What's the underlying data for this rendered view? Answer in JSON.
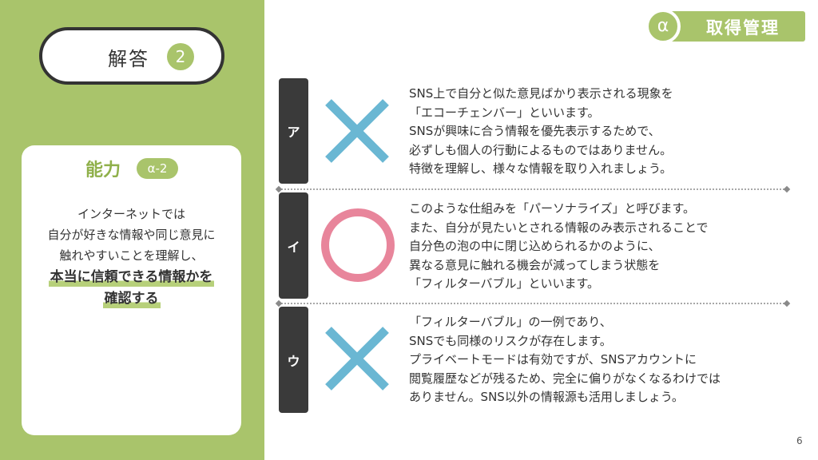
{
  "colors": {
    "accent": "#a9c46b",
    "dark": "#333333",
    "cross": "#6ab7d3",
    "circle": "#e8859b"
  },
  "answer": {
    "label": "解答",
    "number": "2"
  },
  "ability": {
    "title": "能力",
    "tag": "α-2",
    "lines": [
      "インターネットでは",
      "自分が好きな情報や同じ意見に",
      "触れやすいことを理解し、"
    ],
    "highlight": [
      "本当に信頼できる情報かを",
      "確認する"
    ]
  },
  "badge": {
    "letter": "α",
    "title": "取得管理"
  },
  "rows": [
    {
      "tab": "ア",
      "mark": "cross-icon",
      "lines": [
        "SNS上で自分と似た意見ばかり表示される現象を",
        "「エコーチェンバー」といいます。",
        "SNSが興味に合う情報を優先表示するためで、",
        "必ずしも個人の行動によるものではありません。",
        "特徴を理解し、様々な情報を取り入れましょう。"
      ]
    },
    {
      "tab": "イ",
      "mark": "circle-icon",
      "lines": [
        "このような仕組みを「パーソナライズ」と呼びます。",
        "また、自分が見たいとされる情報のみ表示されることで",
        "自分色の泡の中に閉じ込められるかのように、",
        "異なる意見に触れる機会が減ってしまう状態を",
        "「フィルターバブル」といいます。"
      ]
    },
    {
      "tab": "ウ",
      "mark": "cross-icon",
      "lines": [
        "「フィルターバブル」の一例であり、",
        "SNSでも同様のリスクが存在します。",
        "プライベートモードは有効ですが、SNSアカウントに",
        "閲覧履歴などが残るため、完全に偏りがなくなるわけでは",
        "ありません。SNS以外の情報源も活用しましょう。"
      ]
    }
  ],
  "page_number": "6"
}
